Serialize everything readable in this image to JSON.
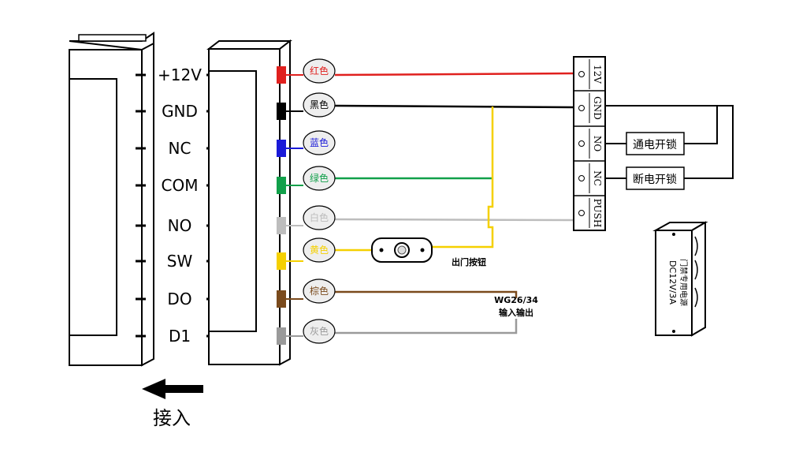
{
  "pins": [
    {
      "label": "+12V"
    },
    {
      "label": "GND"
    },
    {
      "label": "NC"
    },
    {
      "label": "COM"
    },
    {
      "label": "NO"
    },
    {
      "label": "SW"
    },
    {
      "label": "DO"
    },
    {
      "label": "D1"
    }
  ],
  "wires": [
    {
      "name": "红色",
      "color": "#e0201e"
    },
    {
      "name": "黑色",
      "color": "#000000"
    },
    {
      "name": "蓝色",
      "color": "#1a1ad8"
    },
    {
      "name": "绿色",
      "color": "#11a04a"
    },
    {
      "name": "白色",
      "color": "#bdbdbd"
    },
    {
      "name": "黄色",
      "color": "#f5d000"
    },
    {
      "name": "棕色",
      "color": "#7a4a1c"
    },
    {
      "name": "灰色",
      "color": "#9a9a9a"
    }
  ],
  "terminals": [
    {
      "label": "12V"
    },
    {
      "label": "GND"
    },
    {
      "label": "NO"
    },
    {
      "label": "NC"
    },
    {
      "label": "PUSH"
    }
  ],
  "boxes": {
    "power_on_unlock": "通电开锁",
    "power_off_unlock": "断电开锁"
  },
  "exit_button_label": "出门按钮",
  "wiegand": {
    "line1": "WG26/34",
    "line2": "输入输出"
  },
  "power_supply": {
    "line1": "DC12V/3A",
    "line2": "门禁专用电源"
  },
  "arrow_label": "接入"
}
